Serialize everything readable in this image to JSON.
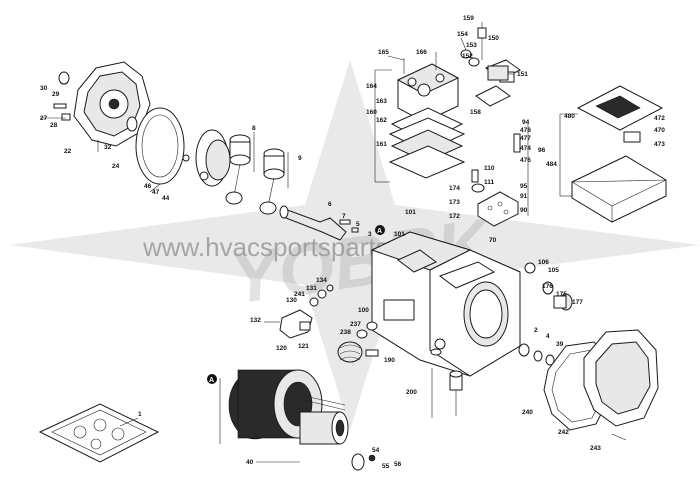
{
  "watermark": {
    "url": "www.hvacsportsparts.com",
    "logo_text": "YOBRK"
  },
  "assembly_marker": "A",
  "labels": [
    {
      "id": "159"
    },
    {
      "id": "154"
    },
    {
      "id": "150"
    },
    {
      "id": "153"
    },
    {
      "id": "152"
    },
    {
      "id": "151"
    },
    {
      "id": "158"
    },
    {
      "id": "165"
    },
    {
      "id": "166"
    },
    {
      "id": "164"
    },
    {
      "id": "163"
    },
    {
      "id": "162"
    },
    {
      "id": "160"
    },
    {
      "id": "161"
    },
    {
      "id": "94"
    },
    {
      "id": "478"
    },
    {
      "id": "477"
    },
    {
      "id": "474"
    },
    {
      "id": "96"
    },
    {
      "id": "476"
    },
    {
      "id": "110"
    },
    {
      "id": "111"
    },
    {
      "id": "174"
    },
    {
      "id": "95"
    },
    {
      "id": "173"
    },
    {
      "id": "91"
    },
    {
      "id": "172"
    },
    {
      "id": "90"
    },
    {
      "id": "101"
    },
    {
      "id": "101"
    },
    {
      "id": "3"
    },
    {
      "id": "70"
    },
    {
      "id": "480"
    },
    {
      "id": "472"
    },
    {
      "id": "470"
    },
    {
      "id": "473"
    },
    {
      "id": "484"
    },
    {
      "id": "30"
    },
    {
      "id": "29"
    },
    {
      "id": "27"
    },
    {
      "id": "28"
    },
    {
      "id": "22"
    },
    {
      "id": "32"
    },
    {
      "id": "24"
    },
    {
      "id": "46"
    },
    {
      "id": "47"
    },
    {
      "id": "44"
    },
    {
      "id": "8"
    },
    {
      "id": "9"
    },
    {
      "id": "6"
    },
    {
      "id": "7"
    },
    {
      "id": "5"
    },
    {
      "id": "134"
    },
    {
      "id": "131"
    },
    {
      "id": "241"
    },
    {
      "id": "130"
    },
    {
      "id": "132"
    },
    {
      "id": "120"
    },
    {
      "id": "121"
    },
    {
      "id": "100"
    },
    {
      "id": "237"
    },
    {
      "id": "238"
    },
    {
      "id": "190"
    },
    {
      "id": "106"
    },
    {
      "id": "105"
    },
    {
      "id": "176"
    },
    {
      "id": "175"
    },
    {
      "id": "177"
    },
    {
      "id": "2"
    },
    {
      "id": "4"
    },
    {
      "id": "39"
    },
    {
      "id": "200"
    },
    {
      "id": "240"
    },
    {
      "id": "242"
    },
    {
      "id": "243"
    },
    {
      "id": "1"
    },
    {
      "id": "40"
    },
    {
      "id": "54"
    },
    {
      "id": "55"
    },
    {
      "id": "56"
    }
  ]
}
